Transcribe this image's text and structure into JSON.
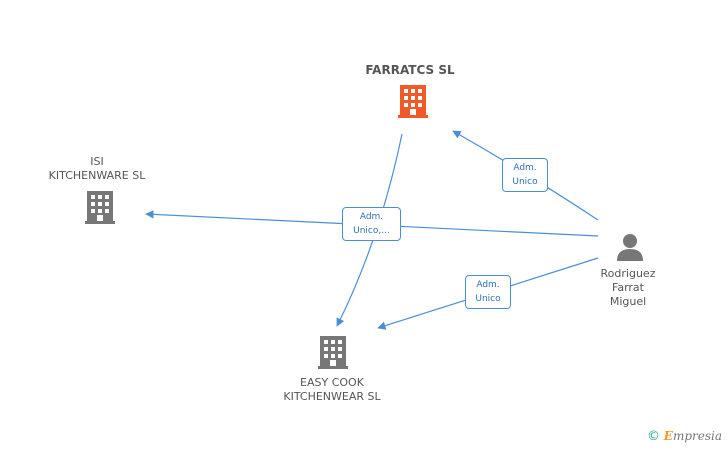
{
  "nodes": {
    "farratcs": {
      "label": "FARRATCS SL",
      "icon": "building-icon",
      "color": "#f05a28"
    },
    "isi": {
      "label": "ISI\nKITCHENWARE SL",
      "icon": "building-icon",
      "color": "#777777"
    },
    "easy_cook": {
      "label": "EASY COOK\nKITCHENWEAR SL",
      "icon": "building-icon",
      "color": "#777777"
    },
    "person": {
      "label": "Rodriguez\nFarrat\nMiguel",
      "icon": "person-icon",
      "color": "#777777"
    }
  },
  "edges": {
    "person_farratcs": {
      "line1": "Adm.",
      "line2": "Unico"
    },
    "farratcs_links": {
      "line1": "Adm.",
      "line2": "Unico,..."
    },
    "person_easy_cook": {
      "line1": "Adm.",
      "line2": "Unico"
    }
  },
  "edge_color": "#4a8fd6",
  "watermark": {
    "copyright": "©",
    "brand_first": "E",
    "brand_rest": "mpresia"
  }
}
